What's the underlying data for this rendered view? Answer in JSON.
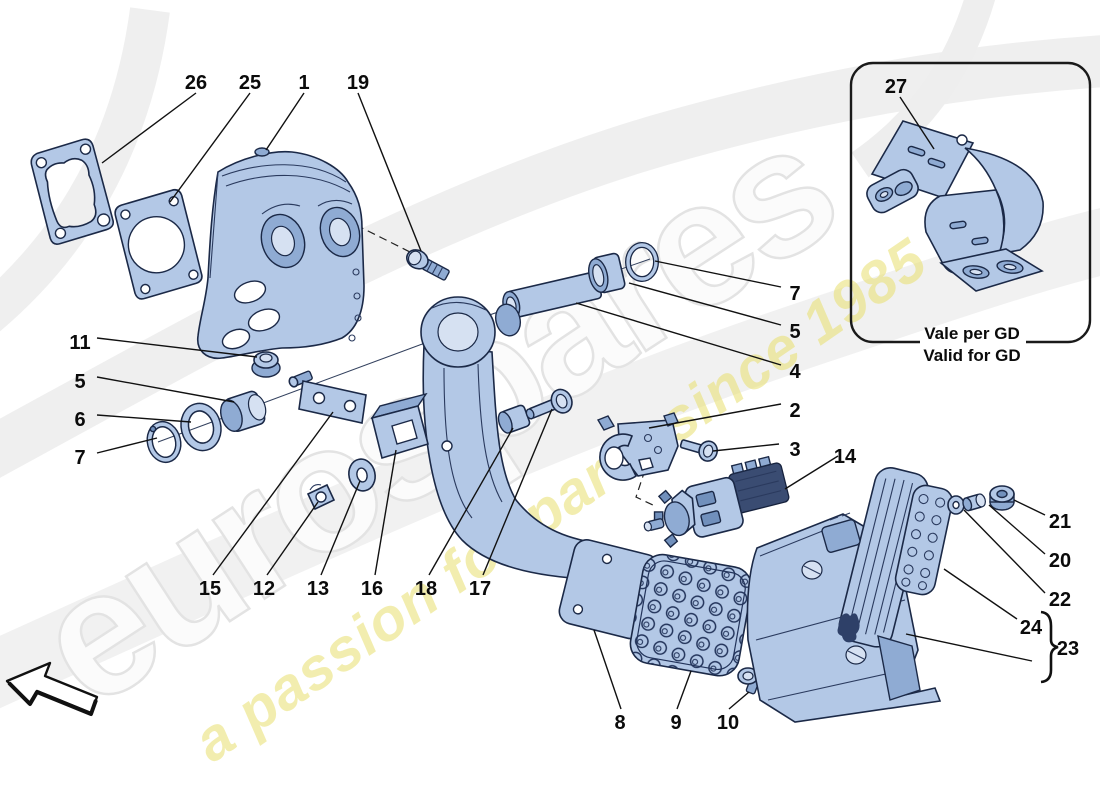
{
  "watermark": {
    "brand": "eurospares",
    "tagline": "a passion for parts since 1985",
    "brand_color": "#e3e3e3",
    "tagline_color": "#e8e06e"
  },
  "inset": {
    "caption_line1": "Vale per GD",
    "caption_line2": "Valid for GD"
  },
  "callouts": {
    "c1": "1",
    "c2": "2",
    "c3": "3",
    "c4": "4",
    "c5r": "5",
    "c5l": "5",
    "c6": "6",
    "c7r": "7",
    "c7l": "7",
    "c8": "8",
    "c9": "9",
    "c10": "10",
    "c11": "11",
    "c12": "12",
    "c13": "13",
    "c14": "14",
    "c15": "15",
    "c16": "16",
    "c17": "17",
    "c18": "18",
    "c19": "19",
    "c20": "20",
    "c21": "21",
    "c22": "22",
    "c23": "23",
    "c24": "24",
    "c25": "25",
    "c26": "26",
    "c27": "27"
  },
  "colors": {
    "part_fill": "#b3c8e6",
    "part_shade": "#8fabd3",
    "outline": "#1b2947",
    "leader": "#111111"
  }
}
